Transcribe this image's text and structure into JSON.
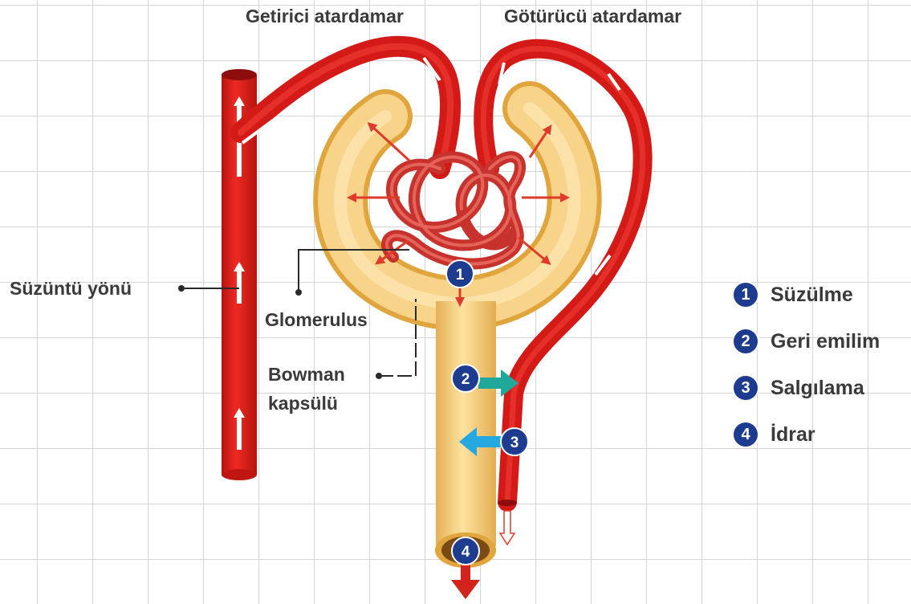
{
  "labels": {
    "afferent": "Getirici atardamar",
    "efferent": "Götürücü atardamar",
    "filtrate_direction": "Süzüntü yönü",
    "glomerulus": "Glomerulus",
    "bowman_line1": "Bowman",
    "bowman_line2": "kapsülü"
  },
  "legend": [
    {
      "number": "1",
      "text": "Süzülme"
    },
    {
      "number": "2",
      "text": "Geri emilim"
    },
    {
      "number": "3",
      "text": "Salgılama"
    },
    {
      "number": "4",
      "text": "İdrar"
    }
  ],
  "colors": {
    "vessel": "#e41f1f",
    "vessel_dark": "#a61212",
    "capsule": "#f6cf7d",
    "capsule_edge": "#e0a53c",
    "badge": "#1d3c8f",
    "reabsorption_arrow": "#1ea89a",
    "secretion_arrow": "#25a8e0",
    "filtration_arrow": "#e03a2a",
    "grid": "#d4d4d4"
  }
}
